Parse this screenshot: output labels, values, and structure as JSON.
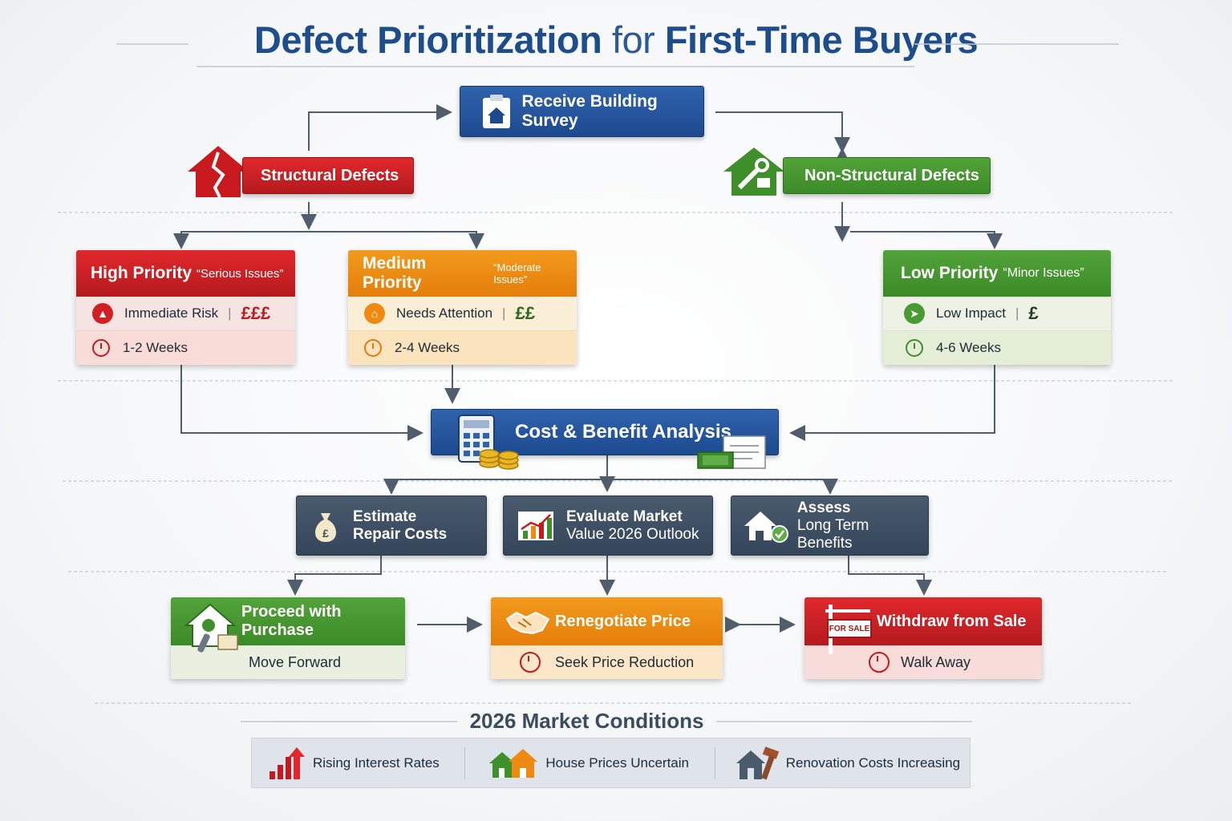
{
  "title": {
    "part1": "Defect Prioritization",
    "part2": "for",
    "part3": "First-Time Buyers"
  },
  "nodes": {
    "survey": "Receive Building Survey",
    "structural": "Structural Defects",
    "nonstructural": "Non-Structural Defects",
    "cost": "Cost & Benefit Analysis"
  },
  "priorities": {
    "high": {
      "label": "High Priority",
      "sub": "“Serious Issues”",
      "risk": "Immediate Risk",
      "cost": "£££",
      "time": "1-2 Weeks"
    },
    "medium": {
      "label": "Medium Priority",
      "sub": "“Moderate Issues”",
      "risk": "Needs Attention",
      "cost": "££",
      "time": "2-4 Weeks"
    },
    "low": {
      "label": "Low Priority",
      "sub": "“Minor Issues”",
      "risk": "Low Impact",
      "cost": "£",
      "time": "4-6 Weeks"
    }
  },
  "analysis": {
    "repair": {
      "line1": "Estimate",
      "line2": "Repair Costs"
    },
    "market": {
      "line1": "Evaluate Market",
      "line2": "Value 2026 Outlook"
    },
    "benefits": {
      "line1": "Assess",
      "line2": "Long Term Benefits"
    }
  },
  "outcomes": {
    "proceed": {
      "label": "Proceed with Purchase",
      "sub": "Move Forward"
    },
    "renegotiate": {
      "label": "Renegotiate Price",
      "sub": "Seek Price Reduction"
    },
    "withdraw": {
      "label": "Withdraw from Sale",
      "sub": "Walk Away",
      "sign": "FOR SALE"
    }
  },
  "market": {
    "title": "2026 Market Conditions",
    "items": [
      "Rising Interest Rates",
      "House Prices Uncertain",
      "Renovation Costs Increasing"
    ]
  },
  "icons": [
    "clipboard-house-icon",
    "cracked-house-icon",
    "house-wrench-icon",
    "fire-icon",
    "house-icon",
    "plane-icon",
    "clock-icon",
    "calculator-icon",
    "coins-icon",
    "money-bag-icon",
    "chart-icon",
    "house-check-icon",
    "house-key-icon",
    "handshake-icon",
    "for-sale-sign-icon",
    "rising-arrow-icon",
    "houses-icon",
    "house-hammer-icon"
  ],
  "colors": {
    "blue": "#1d4a8f",
    "red": "#c4191d",
    "green": "#3f8f2b",
    "orange": "#ee8a12",
    "slate": "#3b4b60"
  }
}
